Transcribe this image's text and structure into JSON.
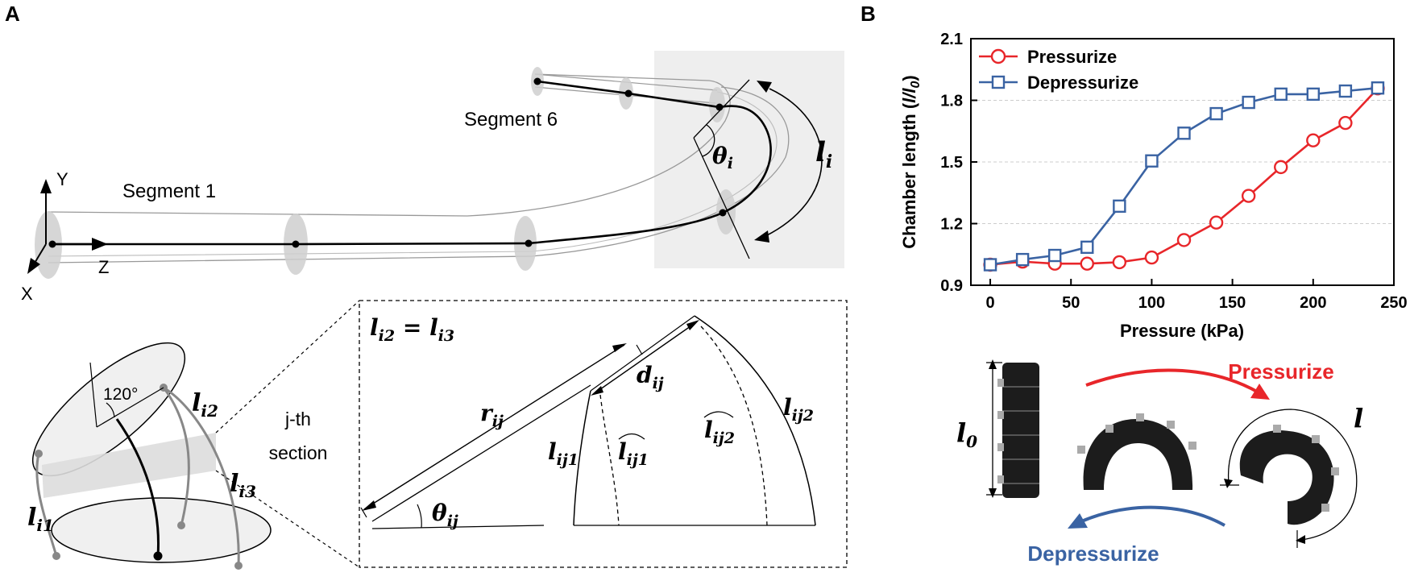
{
  "panels": {
    "a": "A",
    "b": "B"
  },
  "diagram_a": {
    "segment1": "Segment 1",
    "segment6": "Segment 6",
    "axis_y": "Y",
    "axis_z": "Z",
    "axis_x": "X",
    "theta_i": "θ",
    "theta_i_sub": "i",
    "l_i": "l",
    "l_i_sub": "i",
    "angle_120": "120°",
    "l_i1": "l",
    "l_i1_sub": "i1",
    "l_i2": "l",
    "l_i2_sub": "i2",
    "l_i3": "l",
    "l_i3_sub": "i3",
    "jth_section_line1": "j-th",
    "jth_section_line2": "section",
    "eq_lhs": "l",
    "eq_lhs_sub": "i2",
    "eq_mid": " = ",
    "eq_rhs": "l",
    "eq_rhs_sub": "i3",
    "r_ij": "r",
    "r_ij_sub": "ij",
    "d_ij": "d",
    "d_ij_sub": "ij",
    "theta_ij": "θ",
    "theta_ij_sub": "ij",
    "l_ij1": "l",
    "l_ij1_sub": "ij1",
    "l_ij1_hat": "l",
    "l_ij1_hat_sub": "ij1",
    "l_ij2_hat": "l",
    "l_ij2_hat_sub": "ij2",
    "l_ij2": "l",
    "l_ij2_sub": "ij2"
  },
  "photo_b": {
    "pressurize": "Pressurize",
    "depressurize": "Depressurize",
    "l0": "l",
    "l0_sub": "0",
    "l": "l"
  },
  "colors": {
    "pressurize": "#e8262a",
    "depressurize": "#3a63a3",
    "shade": "#eeeeee"
  },
  "chart_data": {
    "type": "line",
    "xlabel": "Pressure (kPa)",
    "ylabel": "Chamber length (",
    "ylabel_var": "l/l",
    "ylabel_sub": "0",
    "ylabel_close": ")",
    "xlim": [
      -12,
      250
    ],
    "ylim": [
      0.9,
      2.1
    ],
    "xticks": [
      "0",
      "50",
      "100",
      "150",
      "200",
      "250"
    ],
    "xtick_values": [
      0,
      50,
      100,
      150,
      200,
      250
    ],
    "yticks": [
      "0.9",
      "1.2",
      "1.5",
      "1.8",
      "2.1"
    ],
    "ytick_values": [
      0.9,
      1.2,
      1.5,
      1.8,
      2.1
    ],
    "grid": "horizontal-dashed",
    "legend": "top-left",
    "x": [
      0,
      20,
      40,
      60,
      80,
      100,
      120,
      140,
      160,
      180,
      200,
      220,
      240
    ],
    "series": [
      {
        "name": "Pressurize",
        "marker": "circle",
        "color": "#e8262a",
        "values": [
          1.0,
          1.015,
          1.005,
          1.005,
          1.012,
          1.035,
          1.12,
          1.205,
          1.335,
          1.475,
          1.605,
          1.69,
          1.858
        ]
      },
      {
        "name": "Depressurize",
        "marker": "square",
        "color": "#3a63a3",
        "values": [
          1.0,
          1.025,
          1.045,
          1.085,
          1.285,
          1.505,
          1.64,
          1.735,
          1.79,
          1.83,
          1.83,
          1.845,
          1.86
        ]
      }
    ]
  }
}
